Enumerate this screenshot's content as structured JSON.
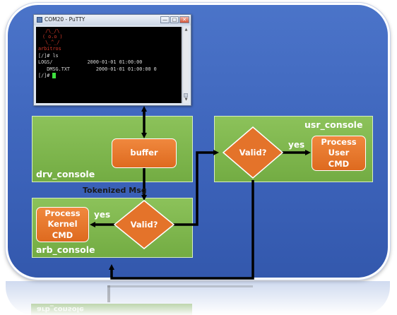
{
  "putty": {
    "title": "COM20 - PuTTY",
    "buttons": {
      "minimize": "—",
      "maximize": "□",
      "close": "✕"
    },
    "logo_lines": [
      " /\\_/\\",
      "( o.o )",
      " \\_^_/",
      "arbitros"
    ],
    "lines": [
      {
        "prompt": "[/]# ",
        "text": "ls"
      },
      {
        "prompt": "",
        "text": "LOGS/            2000-01-01 01:00:00"
      },
      {
        "prompt": "",
        "text": "   DMSG.TXT         2000-01-01 01:00:00 0"
      },
      {
        "prompt": "[/]# ",
        "text": ""
      }
    ]
  },
  "drv_console": {
    "label": "drv_console",
    "buffer": "buffer"
  },
  "usr_console": {
    "label": "usr_console",
    "valid": "Valid?",
    "yes": "yes",
    "process": [
      "Process",
      "User",
      "CMD"
    ]
  },
  "arb_console": {
    "label": "arb_console",
    "valid": "Valid?",
    "yes": "yes",
    "process": [
      "Process",
      "Kernel",
      "CMD"
    ]
  },
  "tokenized_msg": "Tokenized Msg",
  "reflection_label": "arb_console",
  "colors": {
    "background": "#4b74c9",
    "green_box": "#7fb64d",
    "orange_box": "#e8772d",
    "terminal_bg": "#000000",
    "terminal_logo": "#d83a2a",
    "terminal_cursor": "#3ee03e"
  }
}
